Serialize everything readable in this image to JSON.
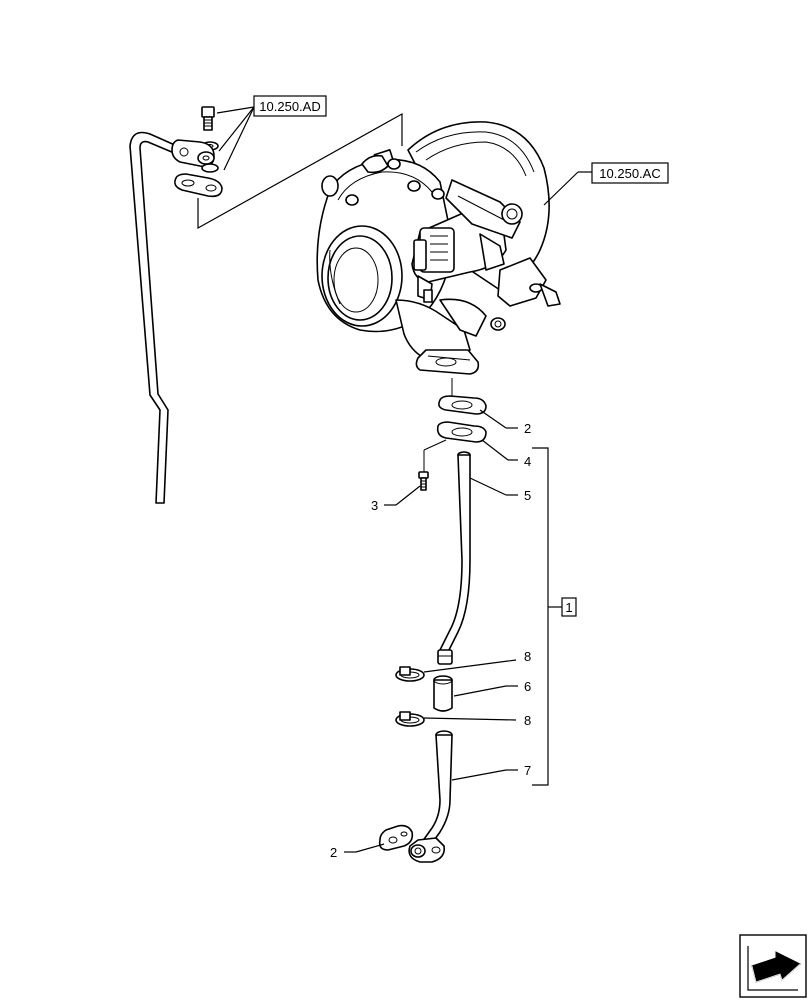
{
  "references": {
    "ref_ad": "10.250.AD",
    "ref_ac": "10.250.AC"
  },
  "callouts": {
    "c2_top": "2",
    "c4": "4",
    "c5": "5",
    "c3": "3",
    "c1": "1",
    "c8_top": "8",
    "c6": "6",
    "c8_bottom": "8",
    "c7": "7",
    "c2_bottom": "2"
  },
  "nav": {
    "icon": "next-page-arrow-icon"
  }
}
